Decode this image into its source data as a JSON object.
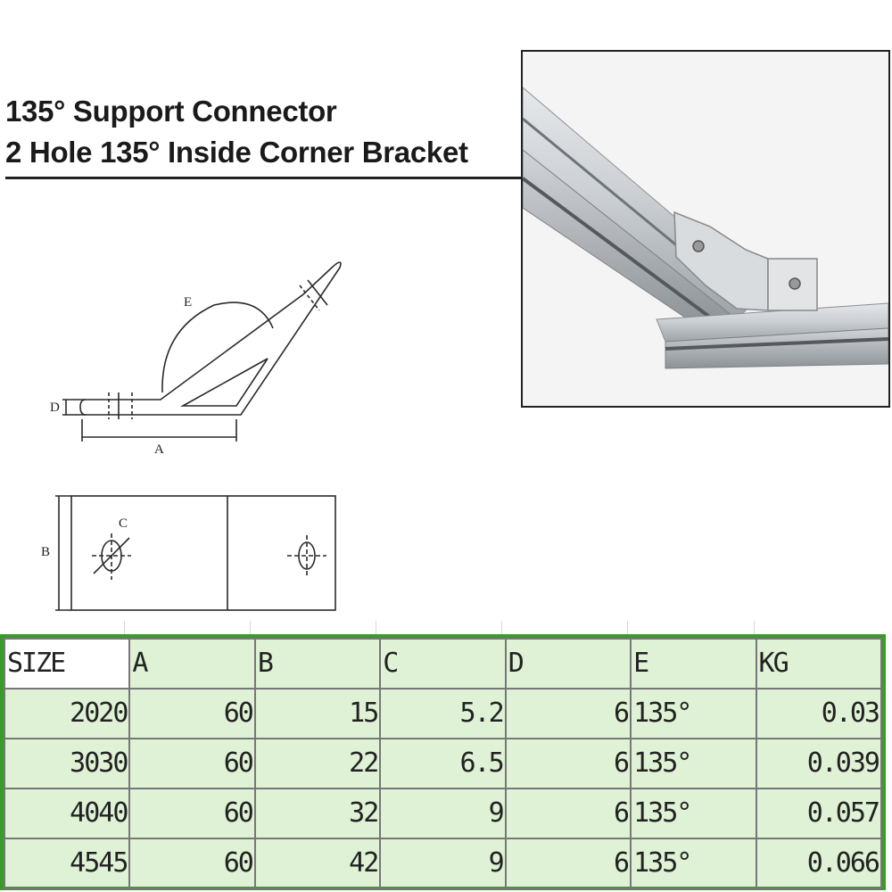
{
  "header": {
    "title_line1": "135° Support Connector",
    "title_line2": "2 Hole 135° Inside Corner Bracket"
  },
  "photo": {
    "description_icon": "bracket-photo"
  },
  "drawing": {
    "label_e": "E",
    "label_d": "D",
    "label_a": "A",
    "label_b": "B",
    "label_c": "C"
  },
  "table": {
    "headers": [
      "SIZE",
      "A",
      "B",
      "C",
      "D",
      "E",
      "KG"
    ],
    "rows": [
      [
        "2020",
        "60",
        "15",
        "5.2",
        "6",
        "135°",
        "0.03"
      ],
      [
        "3030",
        "60",
        "22",
        "6.5",
        "6",
        "135°",
        "0.039"
      ],
      [
        "4040",
        "60",
        "32",
        "9",
        "6",
        "135°",
        "0.057"
      ],
      [
        "4545",
        "60",
        "42",
        "9",
        "6",
        "135°",
        "0.066"
      ]
    ]
  },
  "colors": {
    "table_border": "#3a9a2a",
    "table_fill": "#dff2d5"
  }
}
